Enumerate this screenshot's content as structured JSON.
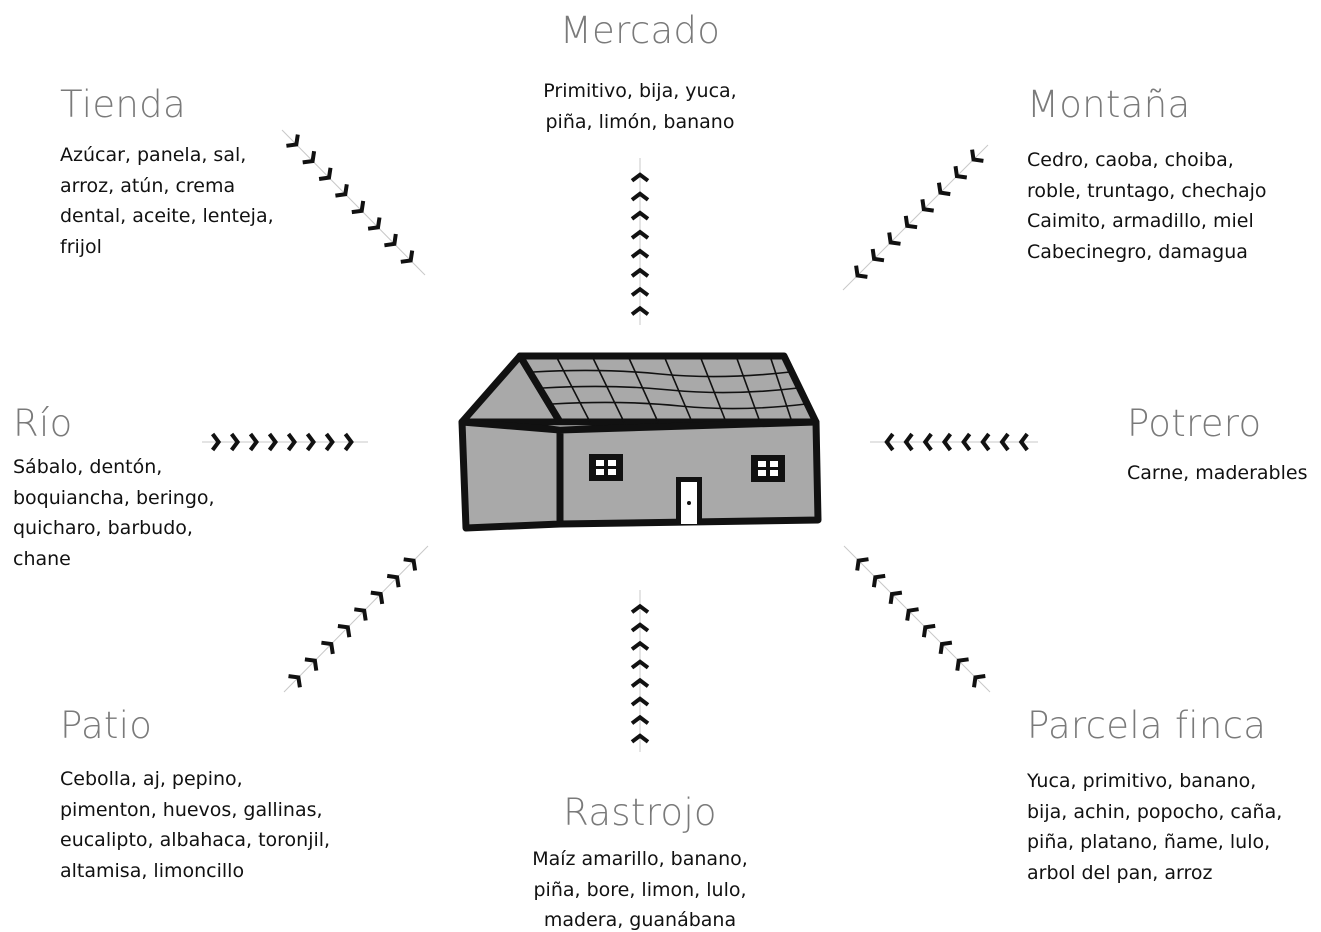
{
  "places": {
    "mercado": {
      "title": "Mercado",
      "items": [
        "Primitivo, bija, yuca,",
        "piña, limón, banano"
      ]
    },
    "tienda": {
      "title": "Tienda",
      "items": [
        "Azúcar, panela, sal,",
        "arroz, atún, crema",
        "dental, aceite, lenteja,",
        "frijol"
      ]
    },
    "montana": {
      "title": "Montaña",
      "items": [
        "Cedro, caoba, choiba,",
        "roble, truntago, chechajo",
        "Caimito, armadillo, miel",
        "Cabecinegro, damagua"
      ]
    },
    "rio": {
      "title": "Río",
      "items": [
        "Sábalo, dentón,",
        "boquiancha, beringo,",
        "quicharo, barbudo,",
        "chane"
      ]
    },
    "potrero": {
      "title": "Potrero",
      "items": [
        "Carne, maderables"
      ]
    },
    "patio": {
      "title": "Patio",
      "items": [
        "Cebolla, aj, pepino,",
        "pimenton, huevos, gallinas,",
        "eucalipto, albahaca, toronjil,",
        "altamisa, limoncillo"
      ]
    },
    "rastrojo": {
      "title": "Rastrojo",
      "items": [
        "Maíz amarillo, banano,",
        "piña, bore, limon, lulo,",
        "madera, guanábana"
      ]
    },
    "parcela": {
      "title": "Parcela finca",
      "items": [
        "Yuca, primitivo, banano,",
        "bija, achin, popocho, caña,",
        "piña, platano, ñame, lulo,",
        "arbol del pan, arroz"
      ]
    }
  },
  "colors": {
    "title": "#7a7a7a",
    "text": "#111111",
    "house_fill": "#a9a9a9",
    "house_stroke": "#111111"
  },
  "icons": {
    "center": "house-icon",
    "connectors": "chevron-arrow-icon"
  }
}
